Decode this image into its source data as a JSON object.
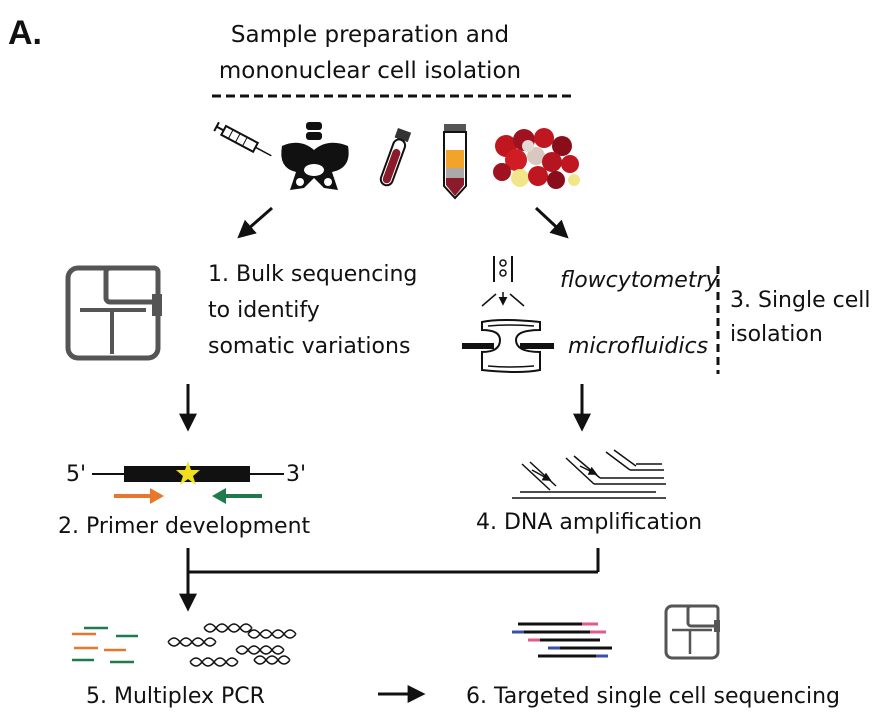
{
  "panel_label": "A.",
  "header": {
    "line1": "Sample preparation and",
    "line2": "mononuclear cell isolation"
  },
  "step1": {
    "line1": "1. Bulk sequencing",
    "line2": "to identify",
    "line3": "somatic variations"
  },
  "step2": {
    "label": "2. Primer development",
    "five_prime": "5'",
    "three_prime": "3'"
  },
  "step3": {
    "method_a": "flowcytometry",
    "method_b": "microfluidics",
    "line1": "3. Single cell",
    "line2": "isolation"
  },
  "step4": {
    "label": "4. DNA amplification"
  },
  "step5": {
    "label": "5. Multiplex PCR"
  },
  "step6": {
    "label": "6. Targeted single cell sequencing"
  },
  "icons": [
    "syringe-icon",
    "pelvis-bone-icon",
    "blood-tube-icon",
    "centrifuge-tube-icon",
    "cells-icon",
    "sequencer-icon",
    "flow-nozzle-icon",
    "microfluidic-chip-icon",
    "dna-strand-icon",
    "primer-arrow-icon",
    "amplification-lines-icon",
    "pcr-primers-icon",
    "dna-helix-icon",
    "sequencing-reads-icon"
  ],
  "colors": {
    "orange": "#e8772e",
    "green": "#1f7a4c",
    "blood": "#8b1a2b",
    "star": "#f2e01f",
    "read_pink": "#e05a8c",
    "read_blue": "#3a4fa8"
  }
}
